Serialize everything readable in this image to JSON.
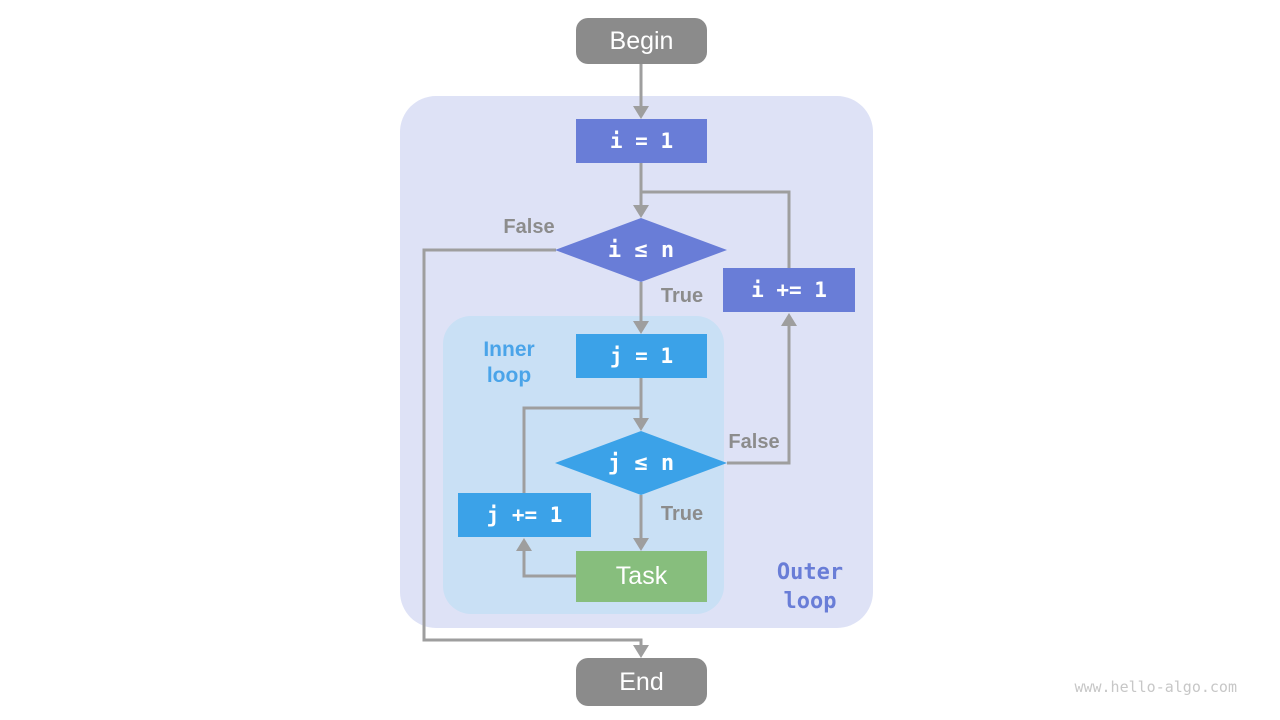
{
  "flowchart": {
    "nodes": {
      "begin": "Begin",
      "init_i": "i = 1",
      "cond_i": "i ≤ n",
      "inc_i": "i += 1",
      "init_j": "j = 1",
      "cond_j": "j ≤ n",
      "inc_j": "j += 1",
      "task": "Task",
      "end": "End"
    },
    "edge_labels": {
      "outer_false": "False",
      "outer_true": "True",
      "inner_false": "False",
      "inner_true": "True"
    },
    "regions": {
      "inner": {
        "line1": "Inner",
        "line2": "loop"
      },
      "outer": {
        "line1": "Outer",
        "line2": "loop"
      }
    },
    "watermark": "www.hello-algo.com",
    "colors": {
      "outer_bg": "#DEE2F6",
      "inner_bg": "#C9E0F5",
      "purple": "#697DD7",
      "blue": "#3BA2E8",
      "green": "#87BE7D",
      "node_gray": "#8B8B8B",
      "connector": "#9E9E9E",
      "edge_label": "#8C8C8C",
      "inner_label": "#4AA4E9",
      "outer_label": "#697DD7",
      "watermark_color": "#C7C7C7"
    }
  }
}
